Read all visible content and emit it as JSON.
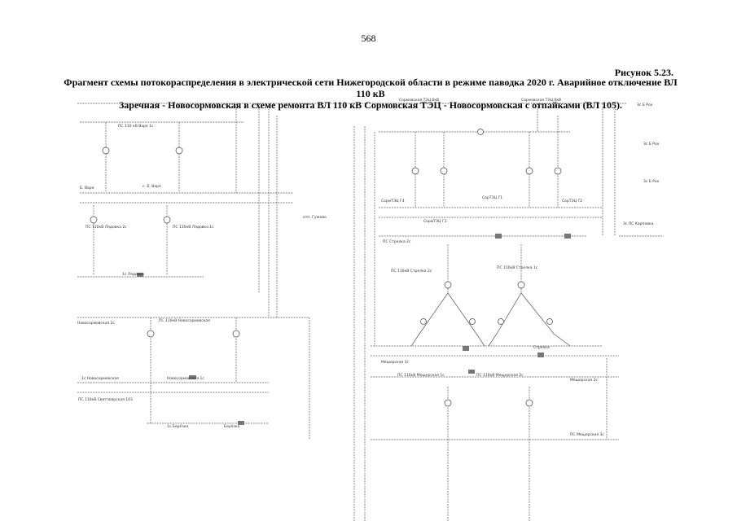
{
  "page": {
    "number": "568"
  },
  "figure": {
    "label": "Рисунок 5.23.",
    "caption_line1": "Фрагмент схемы потокораспределения в электрической сети Нижегородской области в режиме паводка 2020 г. Аварийное отключение ВЛ 110 кВ",
    "caption_line2": "Заречная - Новосормовская в схеме ремонта ВЛ 110 кВ Сормовская ТЭЦ - Новосормовская с отпайками (ВЛ 105)."
  },
  "diagram": {
    "labels": {
      "top_bus": "Сормовская ТЭЦ 6кВ",
      "top_bus_2": "Сормовская ТЭЦ 6кВ",
      "vare_bus": "ПС 110 кВ Варя 1с",
      "vare_bottom": "с. Б. Варя",
      "vare_left": "Б. Варя",
      "lyadovo_left": "ПС 110кВ Лядовка 2с",
      "lyadovo_right": "ПС 110кВ Лядовка 1с",
      "lyadovo_bottom": "1с Лядовка",
      "gen_g4": "СормТЭЦ Г4",
      "gen_g1": "СорТЭЦ Г1",
      "gen_g3": "СормТЭЦ Г3",
      "gen_g2": "СорТЭЦ Г2",
      "strelka_bus": "ПС Стрелка 2с",
      "strelka_left": "ПС 110кВ Стрелка 2с",
      "strelka_right": "ПС 110кВ Стрелка 1с",
      "strelka_mid": "Стрелка",
      "karpovka": "3с ПС Карповка",
      "right_top1": "3с Б Рох",
      "right_top2": "3с Б Рох",
      "right_top3": "3с Б Рох",
      "novosorm_left": "Новосормовская 2с",
      "novosorm_right": "Новосормовская 1с",
      "novosorm_bus": "ПС 110кВ Новосормовская",
      "novosorm_bottom": "ПС 110кВ Светлоярская 103",
      "novosorm_2c": "1с Новосормовская",
      "berezh": "1с Берёзка",
      "berezh_2": "Берёзка",
      "meshch_bus": "Мещерская 1с",
      "meshch_left": "ПС 110кВ Мещерская 1с",
      "meshch_right": "ПС 110кВ Мещерская 2с",
      "meshch_right_far": "Мещерская 2с",
      "pk_label": "ПС Мещерская 3с",
      "otp_label": "отп. Гужево"
    }
  }
}
